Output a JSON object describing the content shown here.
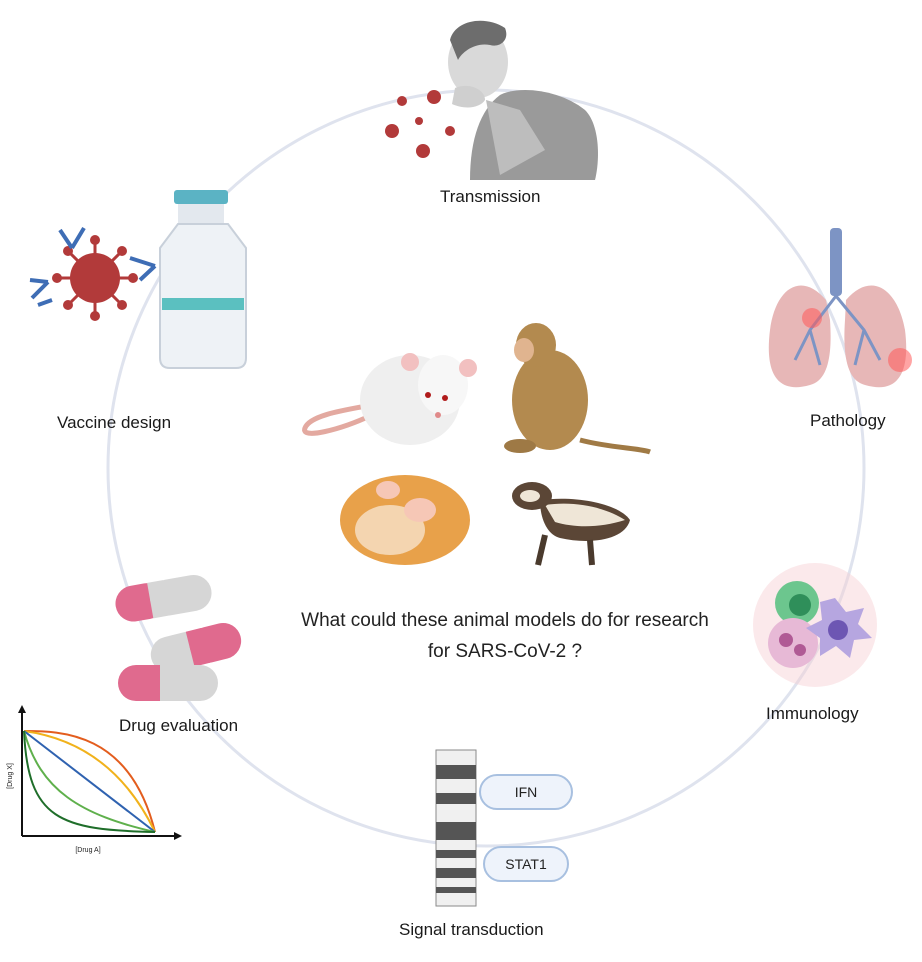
{
  "center_question": {
    "line1": "What could these animal models do for research",
    "line2": "for SARS-CoV-2 ?"
  },
  "topics": {
    "transmission": "Transmission",
    "pathology": "Pathology",
    "immunology": "Immunology",
    "signal_transduction": "Signal transduction",
    "drug_evaluation": "Drug evaluation",
    "vaccine_design": "Vaccine design"
  },
  "signal_labels": {
    "ifn": "IFN",
    "stat1": "STAT1"
  },
  "drug_plot": {
    "xlabel": "[Drug A]",
    "ylabel": "[Drug X]"
  },
  "colors": {
    "ring": "#dde2ee",
    "virus": "#b23a3a",
    "antibody": "#3e6db5",
    "vial_cap": "#5bb3c4",
    "lung": "#e7b7b7",
    "pill_pink": "#e06a8e",
    "pill_grey": "#d6d6d6",
    "pill_outline": "#a8c0e0"
  }
}
